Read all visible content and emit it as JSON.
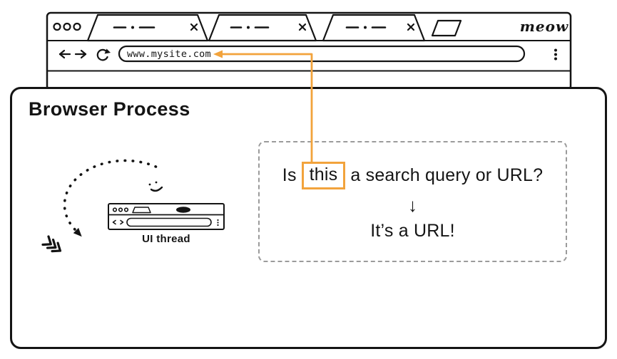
{
  "colors": {
    "accent": "#F2A33C",
    "ink": "#141414",
    "dashed_border": "#9b9b9b"
  },
  "browser_window": {
    "brand": "meow",
    "address_bar": {
      "url": "www.mysite.com"
    }
  },
  "browser_process": {
    "title": "Browser Process",
    "ui_thread_label": "UI thread",
    "decision_box": {
      "question_prefix": "Is",
      "question_highlight": "this",
      "question_suffix": "a search query or URL?",
      "down_arrow": "↓",
      "answer": "It’s a URL!"
    }
  }
}
